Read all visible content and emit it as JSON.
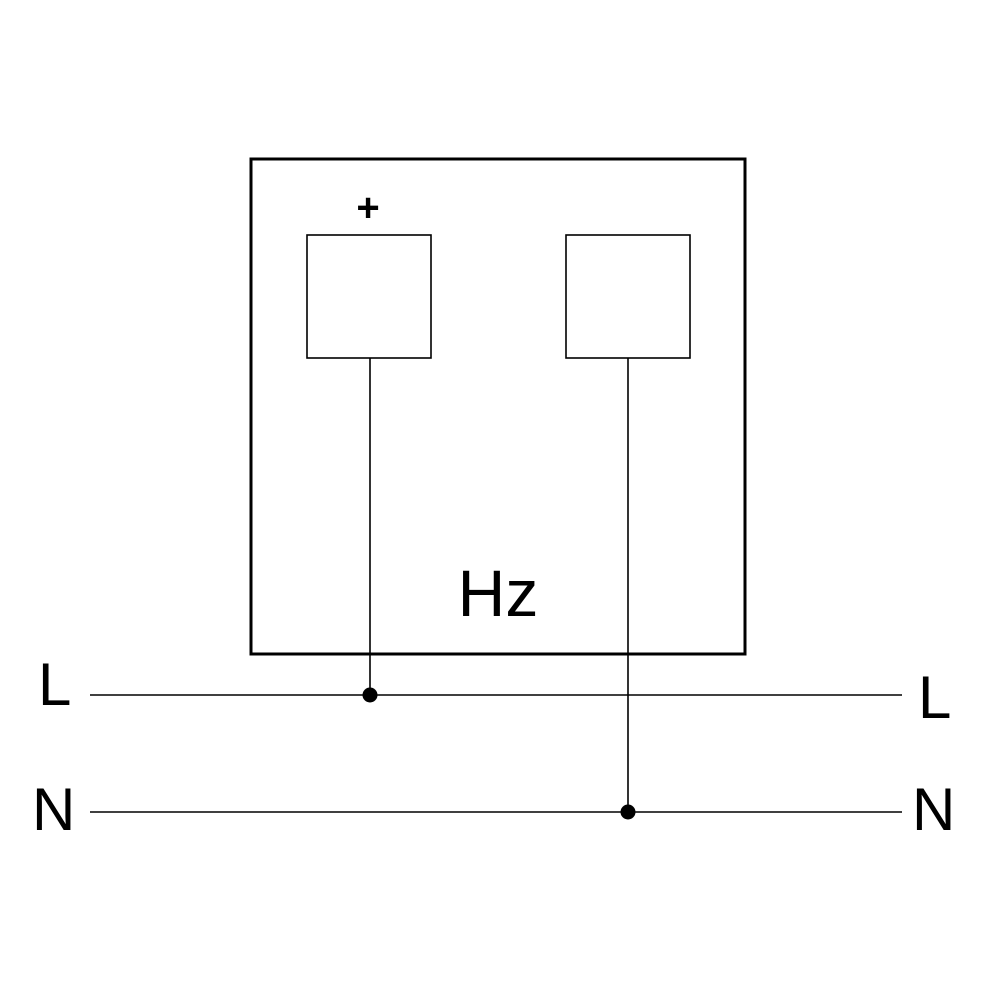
{
  "meter": {
    "unit_label": "Hz",
    "terminal_plus": "+"
  },
  "lines": {
    "live_left": "L",
    "live_right": "L",
    "neutral_left": "N",
    "neutral_right": "N"
  },
  "colors": {
    "stroke": "#000000",
    "background": "#ffffff"
  }
}
